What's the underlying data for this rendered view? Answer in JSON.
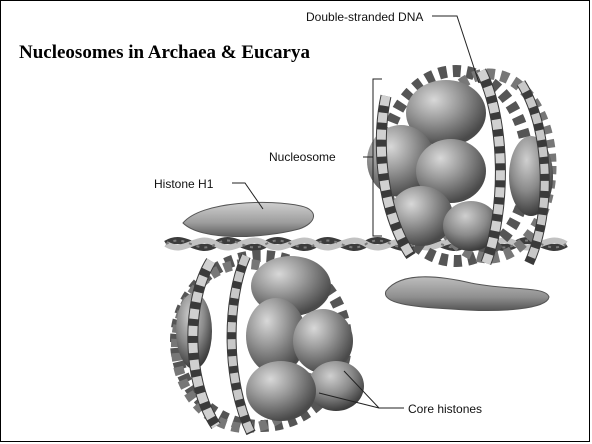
{
  "slide": {
    "title": "Nucleosomes in Archaea & Eucarya"
  },
  "labels": {
    "dna": "Double-stranded DNA",
    "nucleosome": "Nucleosome",
    "histone_h1": "Histone H1",
    "core_histones": "Core histones"
  }
}
